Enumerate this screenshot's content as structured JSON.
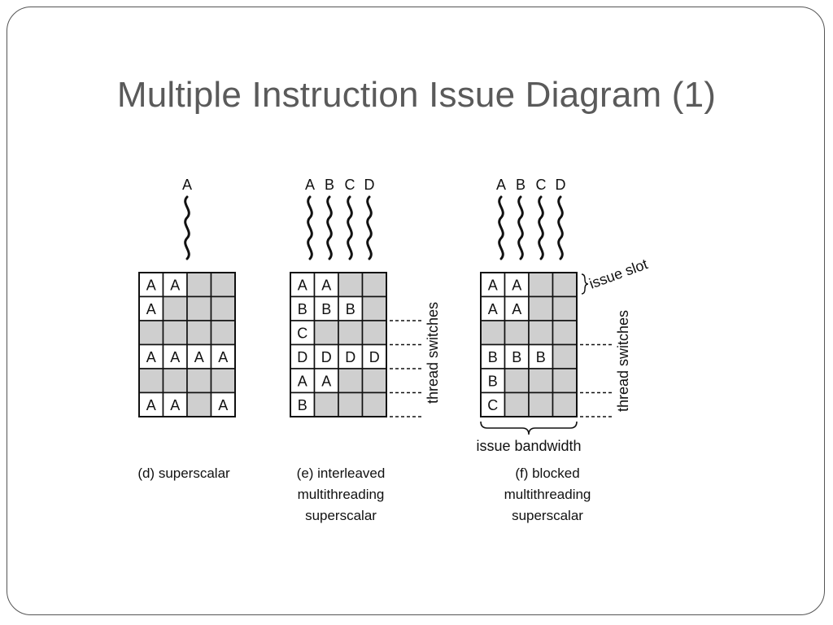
{
  "title": "Multiple Instruction Issue Diagram (1)",
  "colors": {
    "cell_fill": "#cfcfcf",
    "cell_stroke": "#111111",
    "title": "#5a5a5a"
  },
  "panels": [
    {
      "id": "d",
      "threads": [
        "A"
      ],
      "grid": [
        [
          "A",
          "A",
          "",
          ""
        ],
        [
          "A",
          "",
          "",
          ""
        ],
        [
          "",
          "",
          "",
          ""
        ],
        [
          "A",
          "A",
          "A",
          "A"
        ],
        [
          "",
          "",
          "",
          ""
        ],
        [
          "A",
          "A",
          "",
          "A"
        ]
      ],
      "caption": [
        "(d) superscalar"
      ]
    },
    {
      "id": "e",
      "threads": [
        "A",
        "B",
        "C",
        "D"
      ],
      "grid": [
        [
          "A",
          "A",
          "",
          ""
        ],
        [
          "B",
          "B",
          "B",
          ""
        ],
        [
          "C",
          "",
          "",
          ""
        ],
        [
          "D",
          "D",
          "D",
          "D"
        ],
        [
          "A",
          "A",
          "",
          ""
        ],
        [
          "B",
          "",
          "",
          ""
        ]
      ],
      "switch_label": "thread switches",
      "caption": [
        "(e) interleaved",
        "multithreading",
        "superscalar"
      ]
    },
    {
      "id": "f",
      "threads": [
        "A",
        "B",
        "C",
        "D"
      ],
      "grid": [
        [
          "A",
          "A",
          "",
          ""
        ],
        [
          "A",
          "A",
          "",
          ""
        ],
        [
          "",
          "",
          "",
          ""
        ],
        [
          "B",
          "B",
          "B",
          ""
        ],
        [
          "B",
          "",
          "",
          ""
        ],
        [
          "C",
          "",
          "",
          ""
        ]
      ],
      "issue_slot_label": "issue slot",
      "switch_label": "thread switches",
      "bandwidth_label": "issue bandwidth",
      "caption": [
        "(f) blocked",
        "multithreading",
        "superscalar"
      ]
    }
  ]
}
